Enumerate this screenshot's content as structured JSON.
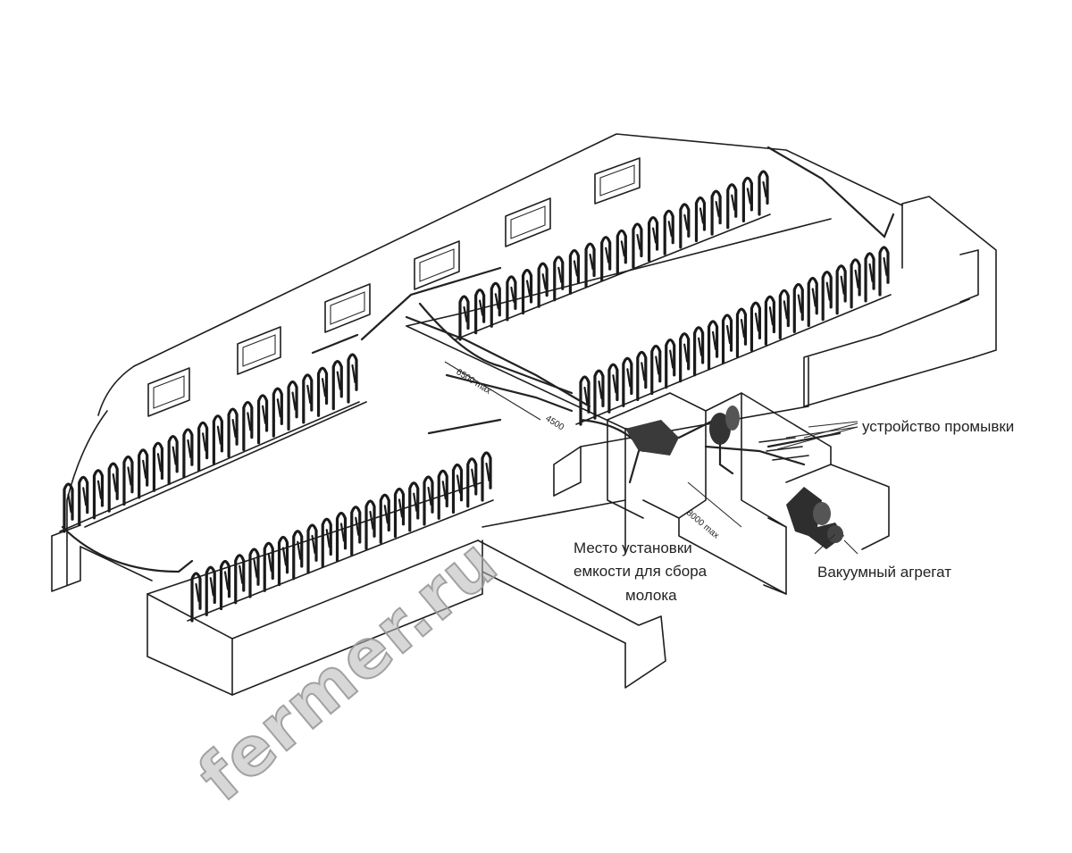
{
  "labels": {
    "washing_device": "устройство промывки",
    "tank_place_line1": "Место установки",
    "tank_place_line2": "емкости для сбора",
    "tank_place_line3": "молока",
    "vacuum_unit": "Вакуумный агрегат",
    "dimension_a": "6500 max",
    "dimension_b": "4500",
    "dimension_c": "8000 max"
  },
  "watermark": {
    "text": "fermer.ru"
  },
  "colors": {
    "line": "#1e1e1e",
    "watermark": "#b8b8b8",
    "background": "#ffffff"
  }
}
